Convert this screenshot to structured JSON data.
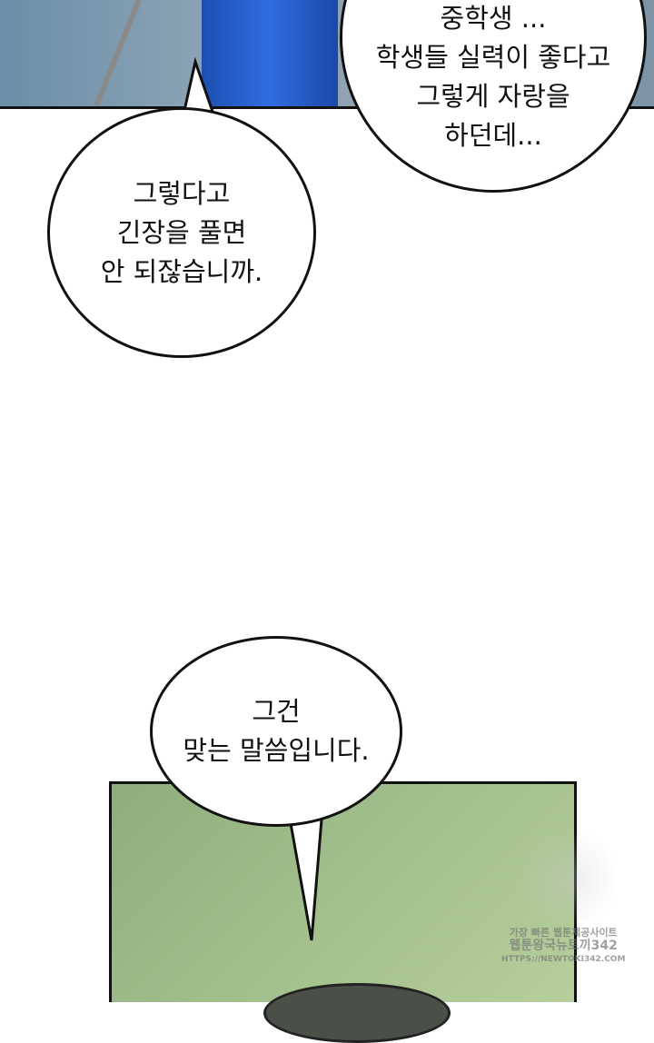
{
  "bubbles": [
    {
      "lines": [
        "중학생 ...",
        "학생들 실력이 좋다고",
        "그렇게 자랑을",
        "하던데..."
      ]
    },
    {
      "lines": [
        "그렇다고",
        "긴장을 풀면",
        "안 되잖습니까."
      ]
    },
    {
      "lines": [
        "그건",
        "맞는 말씀입니다."
      ]
    }
  ],
  "watermark": {
    "line1": "가장 빠른 웹툰제공사이트",
    "line2": "웹툰왕국뉴토끼342",
    "line3": "HTTPS://NEWTOKI342.COM"
  }
}
